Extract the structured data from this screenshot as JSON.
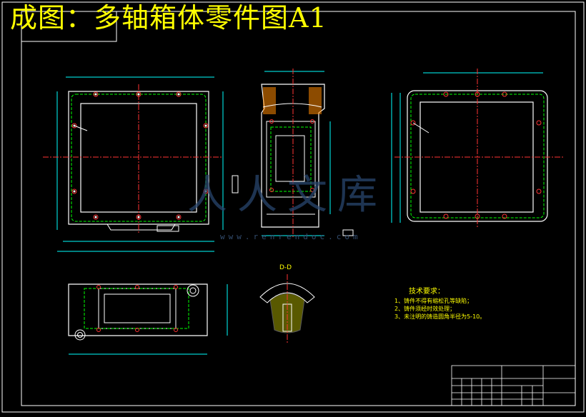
{
  "title": "成图：多轴箱体零件图A1",
  "tech_requirements": {
    "header": "技术要求：",
    "items": [
      "1、铸件不得有缩松孔等缺陷；",
      "2、铸件须经时效处理；",
      "3、未注明的铸造圆角半径为5-10。"
    ]
  },
  "section_label": "D-D",
  "watermark": {
    "text": "人人文库",
    "url": "www.renrendoc.com"
  },
  "colors": {
    "background": "#000000",
    "outline": "#ffffff",
    "dimension": "#00ffff",
    "hidden": "#00ff00",
    "centerline": "#ff3333",
    "hatch": "#ffff00"
  }
}
